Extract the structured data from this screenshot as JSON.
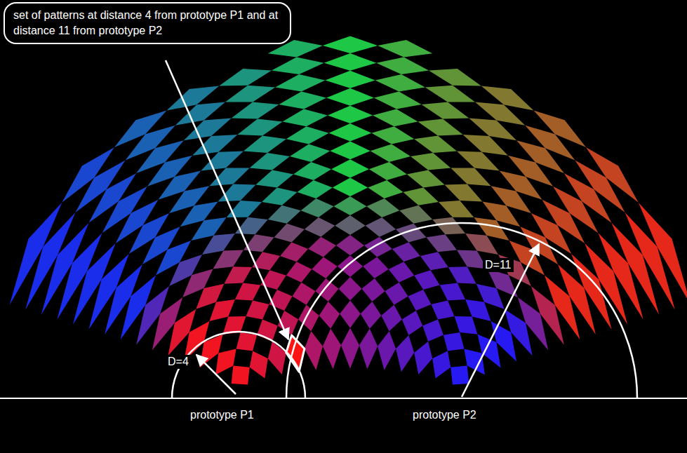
{
  "diagram": {
    "nodes": [
      {
        "text": [
          "set of patterns at distance 4 from prototype P1 and at distance 11 from prototype P2"
        ]
      }
    ],
    "labels": [
      "D=11",
      "D=4",
      "prototype P1",
      "prototype P2"
    ]
  }
}
